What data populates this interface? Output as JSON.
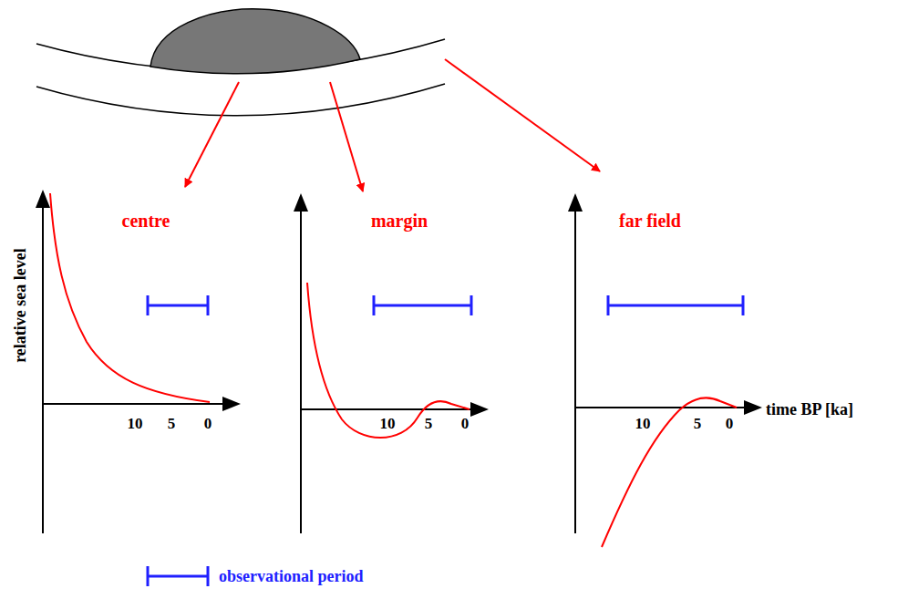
{
  "diagram": {
    "labels": [
      "centre",
      "margin",
      "far field",
      "relative sea level",
      "10",
      "5",
      "0",
      "10",
      "5",
      "0",
      "10",
      "5",
      "0",
      "time BP [ka]"
    ],
    "legend": [
      {
        "text": "observational period"
      }
    ]
  }
}
